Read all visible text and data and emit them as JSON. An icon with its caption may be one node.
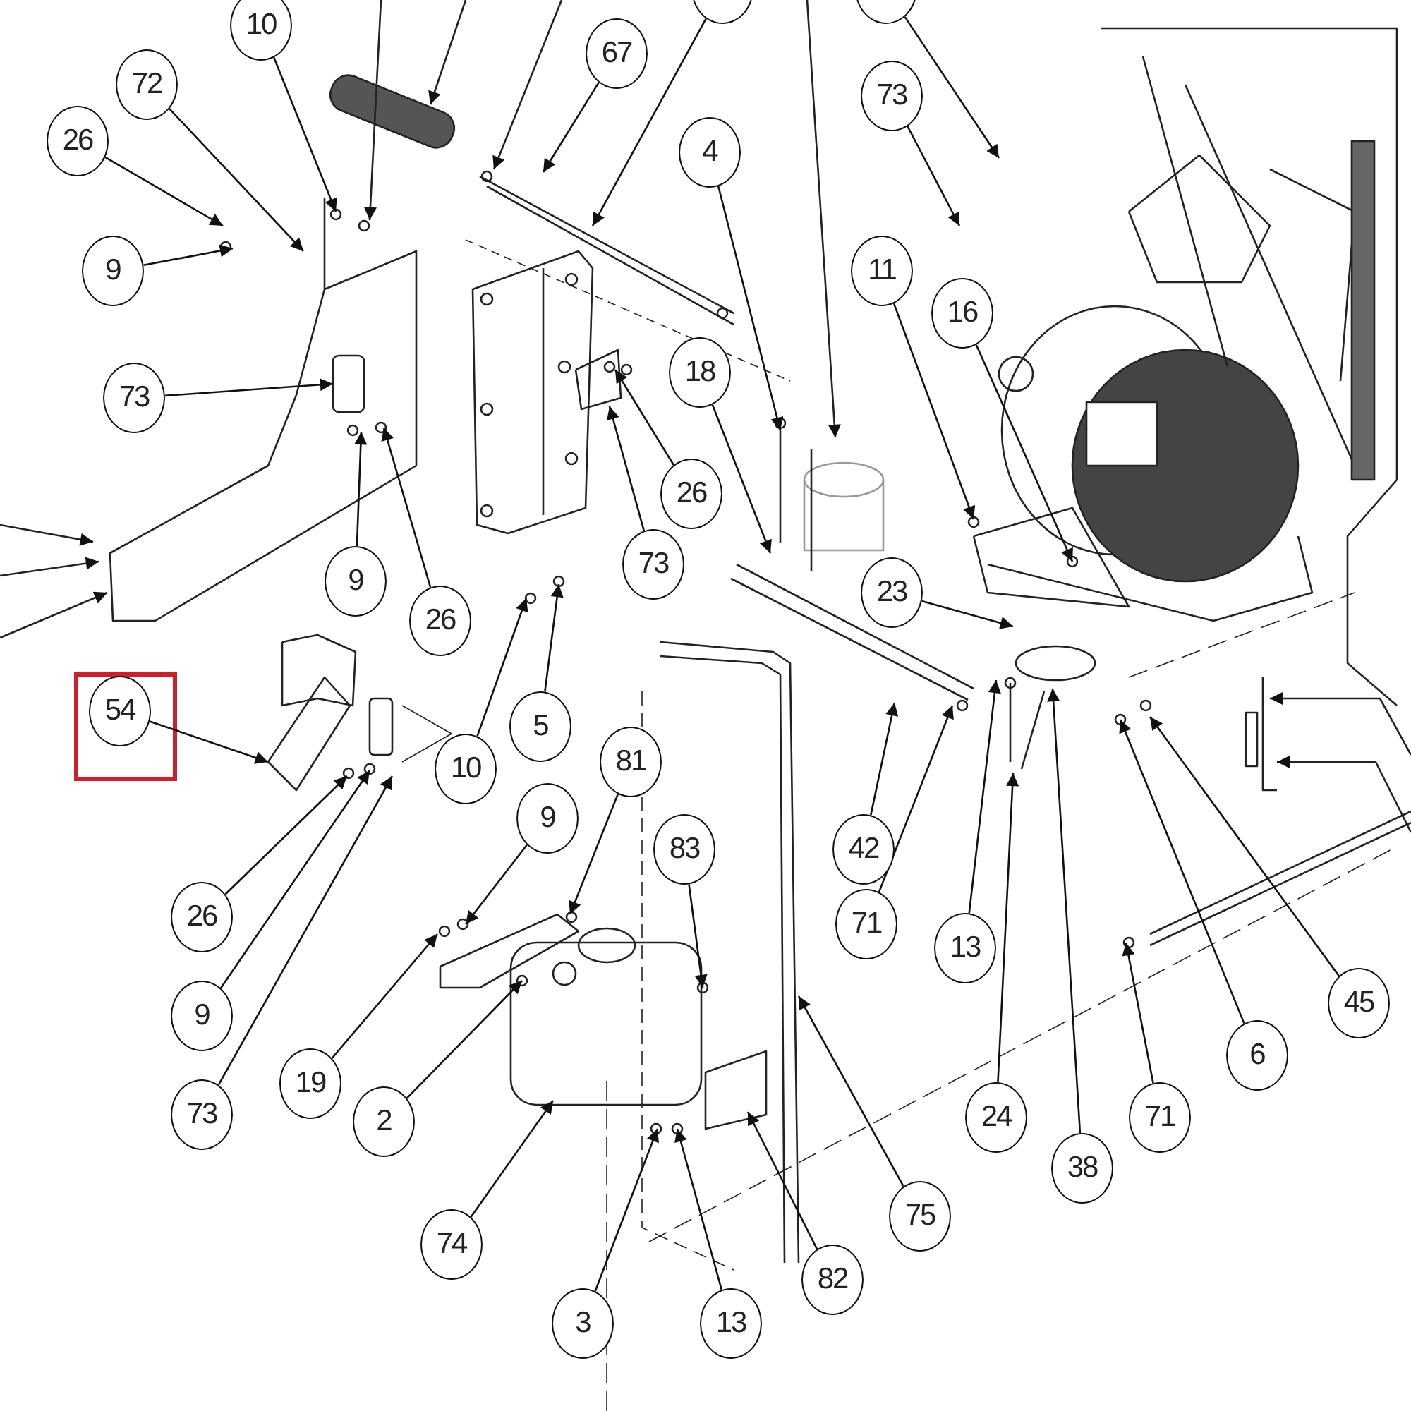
{
  "diagram": {
    "nodes": [
      {
        "text": [],
        "shape": "circle"
      },
      {
        "text": [],
        "shape": "circle"
      },
      {
        "text": [
          "10"
        ]
      },
      {
        "text": [
          "67"
        ]
      },
      {
        "text": [
          "72"
        ]
      },
      {
        "text": [
          "73"
        ]
      },
      {
        "text": [
          "26"
        ]
      },
      {
        "text": [
          "4"
        ]
      },
      {
        "text": [
          "9"
        ]
      },
      {
        "text": [
          "11"
        ]
      },
      {
        "text": [
          "16"
        ]
      },
      {
        "text": [
          "18"
        ]
      },
      {
        "text": [
          "73"
        ]
      },
      {
        "text": [
          "26"
        ]
      },
      {
        "text": [
          "73"
        ]
      },
      {
        "text": [
          "9"
        ]
      },
      {
        "text": [
          "23"
        ]
      },
      {
        "text": [
          "26"
        ]
      },
      {
        "text": [
          "54"
        ]
      },
      {
        "text": [
          "5"
        ]
      },
      {
        "text": [
          "10"
        ]
      },
      {
        "text": [
          "81"
        ]
      },
      {
        "text": [
          "9"
        ]
      },
      {
        "text": [
          "42"
        ]
      },
      {
        "text": [
          "83"
        ]
      },
      {
        "text": [
          "26"
        ]
      },
      {
        "text": [
          "71"
        ]
      },
      {
        "text": [
          "13"
        ]
      },
      {
        "text": [
          "45"
        ]
      },
      {
        "text": [
          "9"
        ]
      },
      {
        "text": [
          "6"
        ]
      },
      {
        "text": [
          "19"
        ]
      },
      {
        "text": [
          "73"
        ]
      },
      {
        "text": [
          "24"
        ]
      },
      {
        "text": [
          "71"
        ]
      },
      {
        "text": [
          "2"
        ]
      },
      {
        "text": [
          "38"
        ]
      },
      {
        "text": [
          "75"
        ]
      },
      {
        "text": [
          "74"
        ]
      },
      {
        "text": [
          "82"
        ]
      },
      {
        "text": [
          "3"
        ]
      },
      {
        "text": [
          "13"
        ]
      }
    ],
    "edges": [
      {
        "from": 0,
        "to": null,
        "arrow": "to"
      },
      {
        "from": 1,
        "to": null,
        "arrow": "to"
      },
      {
        "from": 2,
        "to": null,
        "arrow": "to"
      },
      {
        "from": 3,
        "to": null,
        "arrow": "to"
      },
      {
        "from": 4,
        "to": null,
        "arrow": "to"
      },
      {
        "from": 5,
        "to": null,
        "arrow": "to"
      },
      {
        "from": 6,
        "to": null,
        "arrow": "to"
      },
      {
        "from": 7,
        "to": null,
        "arrow": "to"
      },
      {
        "from": 8,
        "to": null,
        "arrow": "to"
      },
      {
        "from": 9,
        "to": null,
        "arrow": "to"
      },
      {
        "from": 10,
        "to": null,
        "arrow": "to"
      },
      {
        "from": 11,
        "to": null,
        "arrow": "to"
      },
      {
        "from": 12,
        "to": null,
        "arrow": "to"
      },
      {
        "from": 13,
        "to": null,
        "arrow": "to"
      },
      {
        "from": 14,
        "to": null,
        "arrow": "to"
      },
      {
        "from": 15,
        "to": null,
        "arrow": "to"
      },
      {
        "from": 16,
        "to": null,
        "arrow": "to"
      },
      {
        "from": 17,
        "to": null,
        "arrow": "to"
      },
      {
        "from": 18,
        "to": null,
        "arrow": "to"
      },
      {
        "from": 19,
        "to": null,
        "arrow": "to"
      },
      {
        "from": 20,
        "to": null,
        "arrow": "to"
      },
      {
        "from": 21,
        "to": null,
        "arrow": "to"
      },
      {
        "from": 22,
        "to": null,
        "arrow": "to"
      },
      {
        "from": 23,
        "to": null,
        "arrow": "to"
      },
      {
        "from": 24,
        "to": null,
        "arrow": "to"
      },
      {
        "from": 25,
        "to": null,
        "arrow": "to"
      },
      {
        "from": 26,
        "to": null,
        "arrow": "to"
      },
      {
        "from": 27,
        "to": null,
        "arrow": "to"
      },
      {
        "from": 28,
        "to": null,
        "arrow": "to"
      },
      {
        "from": 29,
        "to": null,
        "arrow": "to"
      },
      {
        "from": 30,
        "to": null,
        "arrow": "to"
      },
      {
        "from": 31,
        "to": null,
        "arrow": "to"
      },
      {
        "from": 32,
        "to": null,
        "arrow": "to"
      },
      {
        "from": 33,
        "to": null,
        "arrow": "to"
      },
      {
        "from": 34,
        "to": null,
        "arrow": "to"
      },
      {
        "from": 35,
        "to": null,
        "arrow": "to"
      },
      {
        "from": 36,
        "to": null,
        "arrow": "to"
      },
      {
        "from": 37,
        "to": null,
        "arrow": "to"
      },
      {
        "from": 38,
        "to": null,
        "arrow": "to"
      },
      {
        "from": 39,
        "to": null,
        "arrow": "to"
      },
      {
        "from": 40,
        "to": null,
        "arrow": "to"
      },
      {
        "from": 41,
        "to": null,
        "arrow": "to"
      }
    ]
  }
}
